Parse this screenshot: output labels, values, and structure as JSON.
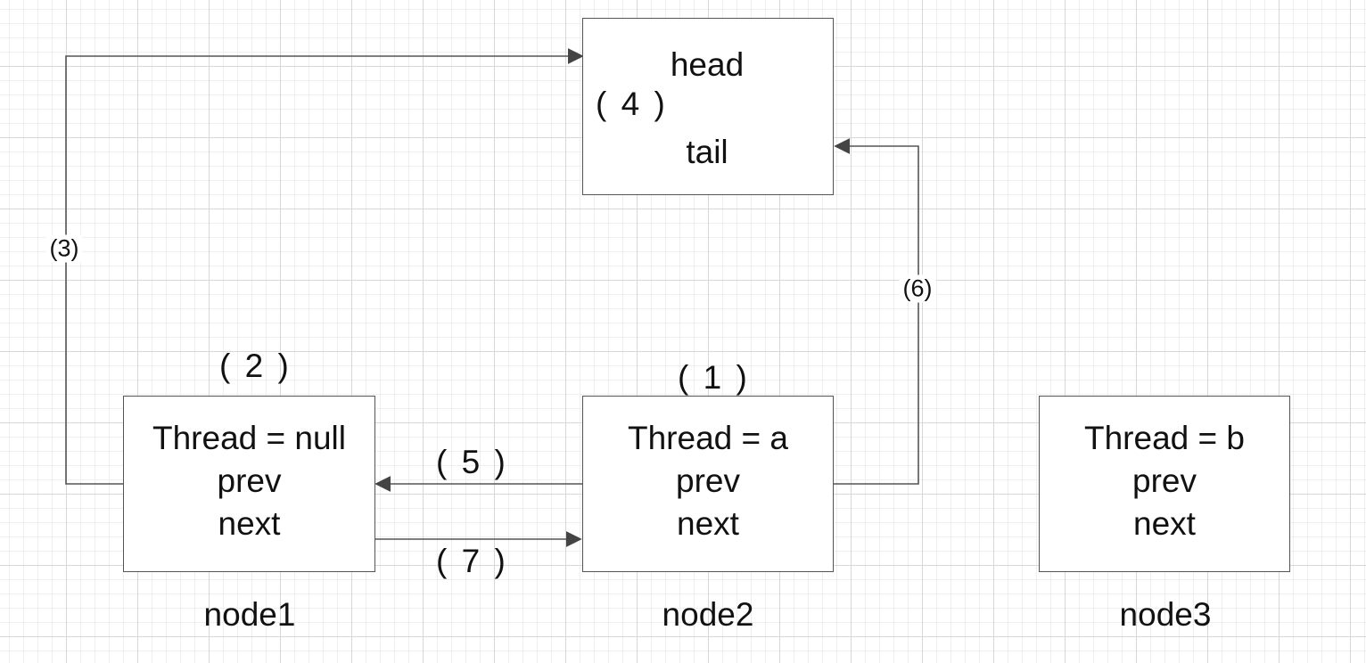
{
  "queue": {
    "head_label": "head",
    "tail_label": "tail",
    "step_label": "( 4 )"
  },
  "nodes": [
    {
      "name": "node1",
      "thread": "Thread = null",
      "prev": "prev",
      "next": "next",
      "step": "( 2 )"
    },
    {
      "name": "node2",
      "thread": "Thread = a",
      "prev": "prev",
      "next": "next",
      "step": "( 1 )"
    },
    {
      "name": "node3",
      "thread": "Thread = b",
      "prev": "prev",
      "next": "next"
    }
  ],
  "edge_labels": {
    "step3": "(3)",
    "step5": "( 5 )",
    "step6": "(6)",
    "step7": "( 7 )"
  },
  "colors": {
    "line": "#555555",
    "box_border": "#555555",
    "text": "#111111"
  }
}
